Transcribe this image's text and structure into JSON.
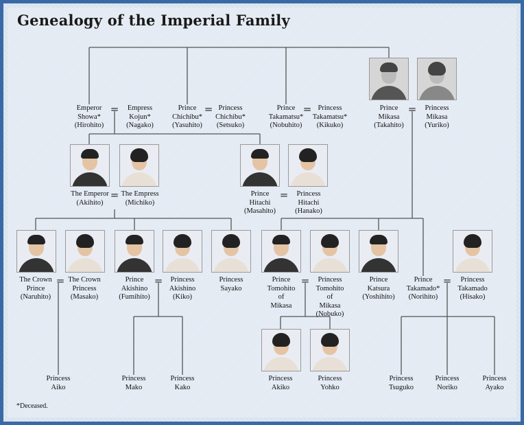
{
  "title": "Genealogy of the Imperial Family",
  "note": "*Deceased.",
  "marriage_symbol": "=",
  "people": {
    "hirohito": {
      "lines": [
        "Emperor",
        "Showa*"
      ],
      "personal": "(Hirohito)"
    },
    "nagako": {
      "lines": [
        "Empress",
        "Kojun*"
      ],
      "personal": "(Nagako)"
    },
    "yasuhito": {
      "lines": [
        "Prince",
        "Chichibu*"
      ],
      "personal": "(Yasuhito)"
    },
    "setsuko": {
      "lines": [
        "Princess",
        "Chichibu*"
      ],
      "personal": "(Setsuko)"
    },
    "nobuhito": {
      "lines": [
        "Prince",
        "Takamatsu*"
      ],
      "personal": "(Nobuhito)"
    },
    "kikuko": {
      "lines": [
        "Princess",
        "Takamatsu*"
      ],
      "personal": "(Kikuko)"
    },
    "takahito": {
      "lines": [
        "Prince",
        "Mikasa"
      ],
      "personal": "(Takahito)"
    },
    "yuriko": {
      "lines": [
        "Princess",
        "Mikasa"
      ],
      "personal": "(Yuriko)"
    },
    "akihito": {
      "lines": [
        "The Emperor"
      ],
      "personal": "(Akihito)"
    },
    "michiko": {
      "lines": [
        "The Empress"
      ],
      "personal": "(Michiko)"
    },
    "masahito": {
      "lines": [
        "Prince",
        "Hitachi"
      ],
      "personal": "(Masahito)"
    },
    "hanako": {
      "lines": [
        "Princess",
        "Hitachi"
      ],
      "personal": "(Hanako)"
    },
    "naruhito": {
      "lines": [
        "The Crown",
        "Prince"
      ],
      "personal": "(Naruhito)"
    },
    "masako": {
      "lines": [
        "The Crown",
        "Princess"
      ],
      "personal": "(Masako)"
    },
    "fumihito": {
      "lines": [
        "Prince",
        "Akishino"
      ],
      "personal": "(Fumihito)"
    },
    "kiko": {
      "lines": [
        "Princess",
        "Akishino"
      ],
      "personal": "(Kiko)"
    },
    "sayako": {
      "lines": [
        "Princess",
        "Sayako"
      ],
      "personal": ""
    },
    "tomohito": {
      "lines": [
        "Prince",
        "Tomohito",
        "of",
        "Mikasa"
      ],
      "personal": ""
    },
    "nobuko": {
      "lines": [
        "Princess",
        "Tomohito",
        "of",
        "Mikasa"
      ],
      "personal": "(Nobuko)"
    },
    "yoshihito": {
      "lines": [
        "Prince",
        "Katsura"
      ],
      "personal": "(Yoshihito)"
    },
    "norihito": {
      "lines": [
        "Prince",
        "Takamado*"
      ],
      "personal": "(Norihito)"
    },
    "hisako": {
      "lines": [
        "Princess",
        "Takamado"
      ],
      "personal": "(Hisako)"
    },
    "aiko": {
      "lines": [
        "Princess",
        "Aiko"
      ],
      "personal": ""
    },
    "mako": {
      "lines": [
        "Princess",
        "Mako"
      ],
      "personal": ""
    },
    "kako": {
      "lines": [
        "Princess",
        "Kako"
      ],
      "personal": ""
    },
    "akiko": {
      "lines": [
        "Princess",
        "Akiko"
      ],
      "personal": ""
    },
    "yohko": {
      "lines": [
        "Princess",
        "Yohko"
      ],
      "personal": ""
    },
    "tsuguko": {
      "lines": [
        "Princess",
        "Tsuguko"
      ],
      "personal": ""
    },
    "noriko": {
      "lines": [
        "Princess",
        "Noriko"
      ],
      "personal": ""
    },
    "ayako": {
      "lines": [
        "Princess",
        "Ayako"
      ],
      "personal": ""
    }
  }
}
